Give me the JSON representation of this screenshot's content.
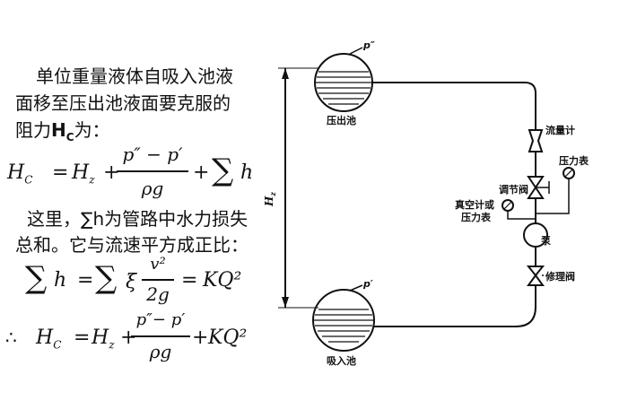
{
  "text": {
    "line1": "单位重量液体自吸入池液",
    "line2": "面移至压出池液面要克服的",
    "line3_prefix": "阻力",
    "line3_sym": "H",
    "line3_sub": "C",
    "line3_suffix": "为：",
    "line4": "这里，∑h为管路中水力损失",
    "line5": "总和。它与流速平方成正比："
  },
  "formula1": {
    "lhs": "H",
    "lhs_sub": "C",
    "eq": "=",
    "hz": "H",
    "hz_sub": "z",
    "plus1": "+",
    "num": "p″ − p′",
    "den": "ρg",
    "plus2": "+",
    "sum": "∑",
    "h": "h"
  },
  "formula2": {
    "sum1": "∑",
    "h": "h",
    "eq1": "=",
    "sum2": "∑",
    "xi": "ξ",
    "num": "v²",
    "den": "2g",
    "eq2": "=",
    "rhs": "KQ²"
  },
  "formula3": {
    "therefore": "∴",
    "lhs": "H",
    "lhs_sub": "C",
    "eq": "=",
    "hz": "H",
    "hz_sub": "z",
    "plus1": "+",
    "num": "p″− p′",
    "den": "ρg",
    "plus2": "+",
    "rhs": "KQ²"
  },
  "diagram": {
    "upper_tank": "压出池",
    "upper_p": "p″",
    "lower_tank": "吸入池",
    "lower_p": "p′",
    "flowmeter": "流量计",
    "pressure_gauge": "压力表",
    "control_valve": "调节阀",
    "vacuum_gauge_1": "真空计或",
    "vacuum_gauge_2": "压力表",
    "pump": "泵",
    "repair_valve": "修理阀",
    "height": "H",
    "height_sub": "z"
  }
}
